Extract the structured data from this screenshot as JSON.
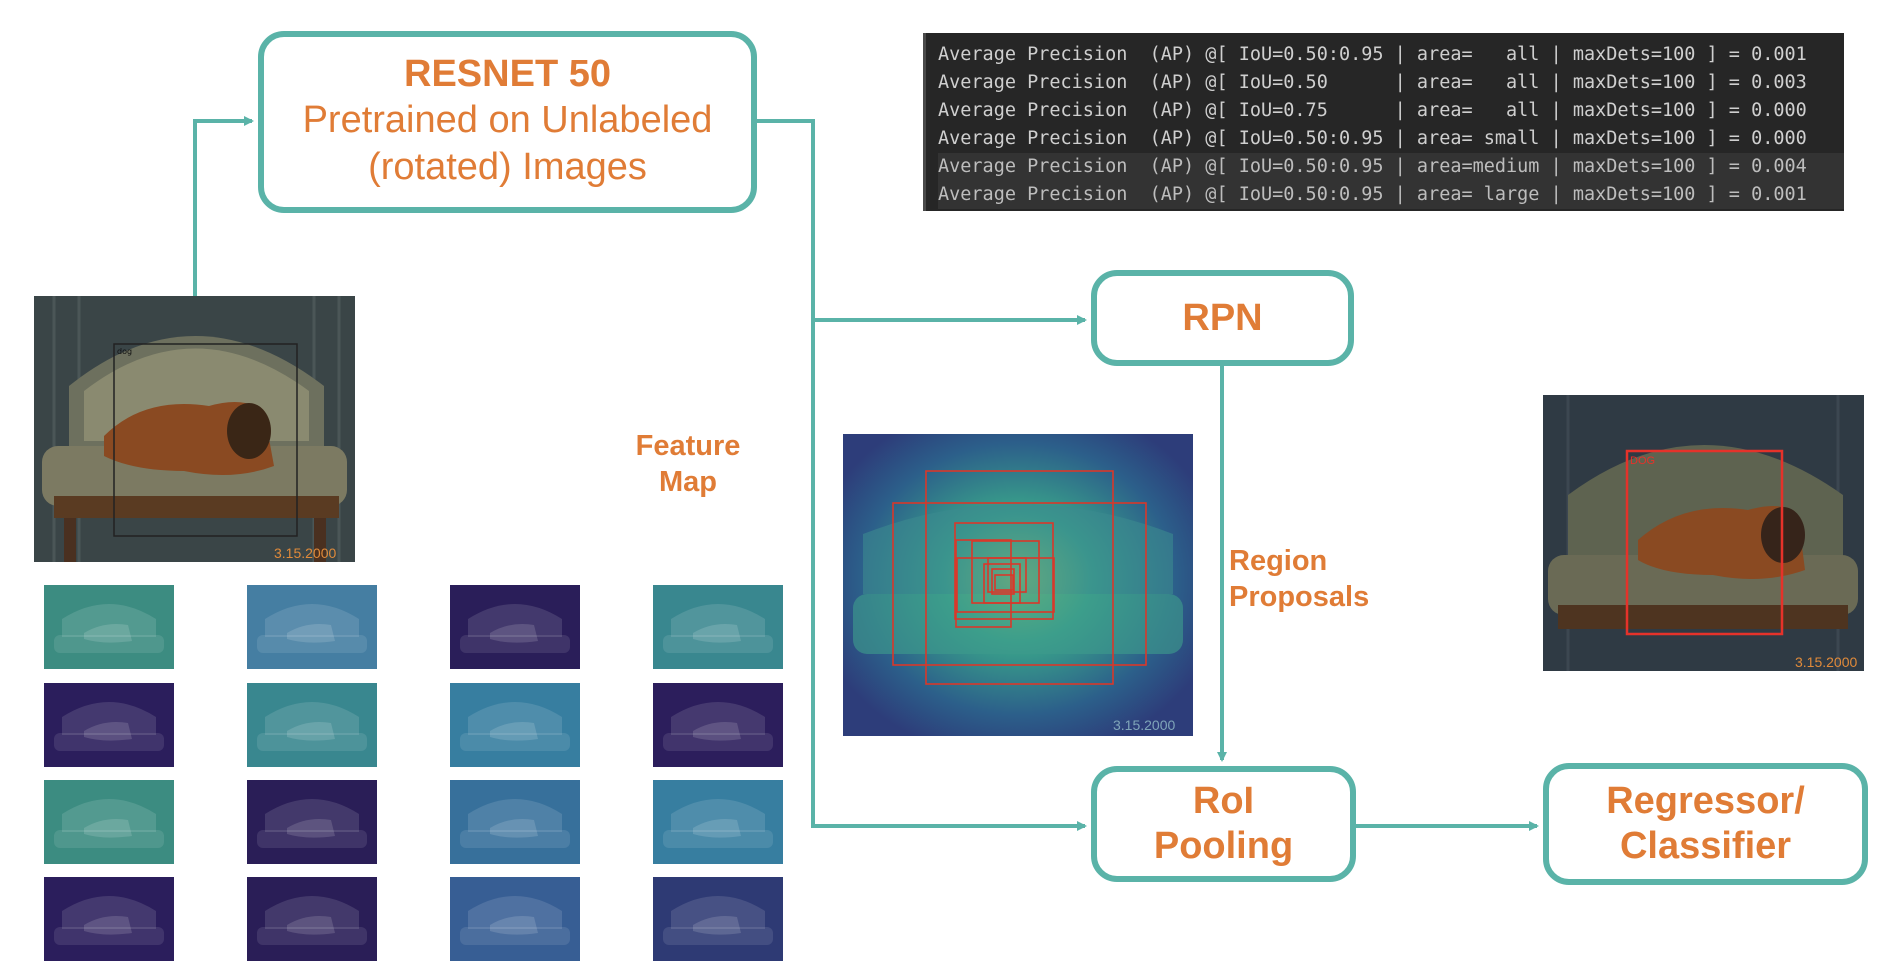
{
  "resnet": {
    "title": "RESNET 50",
    "line1": "Pretrained on Unlabeled",
    "line2": "(rotated) Images"
  },
  "rpn": {
    "title": "RPN"
  },
  "roi": {
    "line1": "RoI",
    "line2": "Pooling"
  },
  "regressor": {
    "line1": "Regressor/",
    "line2": "Classifier"
  },
  "feature_map": {
    "line1": "Feature",
    "line2": "Map"
  },
  "region_proposals": {
    "line1": "Region",
    "line2": "Proposals"
  },
  "input_image": {
    "tag": "dog",
    "date": "3.15.2000"
  },
  "rpn_image": {
    "date": "3.15.2000"
  },
  "output_image": {
    "label": "DOG",
    "date": "3.15.2000"
  },
  "metrics": [
    "Average Precision  (AP) @[ IoU=0.50:0.95 | area=   all | maxDets=100 ] = 0.001",
    "Average Precision  (AP) @[ IoU=0.50      | area=   all | maxDets=100 ] = 0.003",
    "Average Precision  (AP) @[ IoU=0.75      | area=   all | maxDets=100 ] = 0.000",
    "Average Precision  (AP) @[ IoU=0.50:0.95 | area= small | maxDets=100 ] = 0.000",
    "Average Precision  (AP) @[ IoU=0.50:0.95 | area=medium | maxDets=100 ] = 0.004",
    "Average Precision  (AP) @[ IoU=0.50:0.95 | area= large | maxDets=100 ] = 0.001"
  ],
  "colors": {
    "accent": "#e07c36",
    "box_border": "#5ab3a8",
    "terminal_bg": "#262626"
  }
}
